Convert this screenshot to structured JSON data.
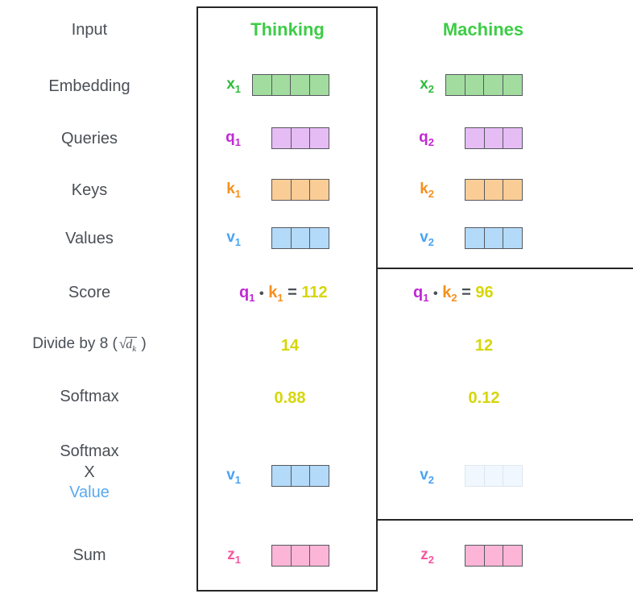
{
  "diagram": {
    "title_color": "#3ecc47",
    "accent_number_color": "#d6d60b",
    "columns": [
      {
        "name": "col-thinking",
        "label": "Thinking"
      },
      {
        "name": "col-machines",
        "label": "Machines"
      }
    ],
    "row_labels": {
      "input": "Input",
      "embedding": "Embedding",
      "queries": "Queries",
      "keys": "Keys",
      "values": "Values",
      "score": "Score",
      "divide_prefix": "Divide by 8 (",
      "divide_radical": "√",
      "divide_dk": "d",
      "divide_dk_sub": "k",
      "divide_suffix": ")",
      "softmax": "Softmax",
      "softmax_times_value_line1": "Softmax",
      "softmax_times_value_line2": "X",
      "softmax_times_value_line3": "Value",
      "sum": "Sum"
    },
    "vectors": {
      "x1": {
        "label": "x",
        "sub": "1",
        "cells": 4,
        "color": "green"
      },
      "x2": {
        "label": "x",
        "sub": "2",
        "cells": 4,
        "color": "green"
      },
      "q1": {
        "label": "q",
        "sub": "1",
        "cells": 3,
        "color": "purple"
      },
      "q2": {
        "label": "q",
        "sub": "2",
        "cells": 3,
        "color": "purple"
      },
      "k1": {
        "label": "k",
        "sub": "1",
        "cells": 3,
        "color": "orange"
      },
      "k2": {
        "label": "k",
        "sub": "2",
        "cells": 3,
        "color": "orange"
      },
      "v1": {
        "label": "v",
        "sub": "1",
        "cells": 3,
        "color": "blue"
      },
      "v2": {
        "label": "v",
        "sub": "2",
        "cells": 3,
        "color": "blue"
      },
      "v1w": {
        "label": "v",
        "sub": "1",
        "cells": 3,
        "color": "blue"
      },
      "v2w": {
        "label": "v",
        "sub": "2",
        "cells": 3,
        "color": "faded"
      },
      "z1": {
        "label": "z",
        "sub": "1",
        "cells": 3,
        "color": "pink"
      },
      "z2": {
        "label": "z",
        "sub": "2",
        "cells": 3,
        "color": "pink"
      }
    },
    "score_row": {
      "col1": {
        "q": "q",
        "q_sub": "1",
        "dot": "•",
        "k": "k",
        "k_sub": "1",
        "eq": "=",
        "result": "112"
      },
      "col2": {
        "q": "q",
        "q_sub": "1",
        "dot": "•",
        "k": "k",
        "k_sub": "2",
        "eq": "=",
        "result": "96"
      }
    },
    "divide_row": {
      "col1": "14",
      "col2": "12"
    },
    "softmax_row": {
      "col1": "0.88",
      "col2": "0.12"
    }
  }
}
